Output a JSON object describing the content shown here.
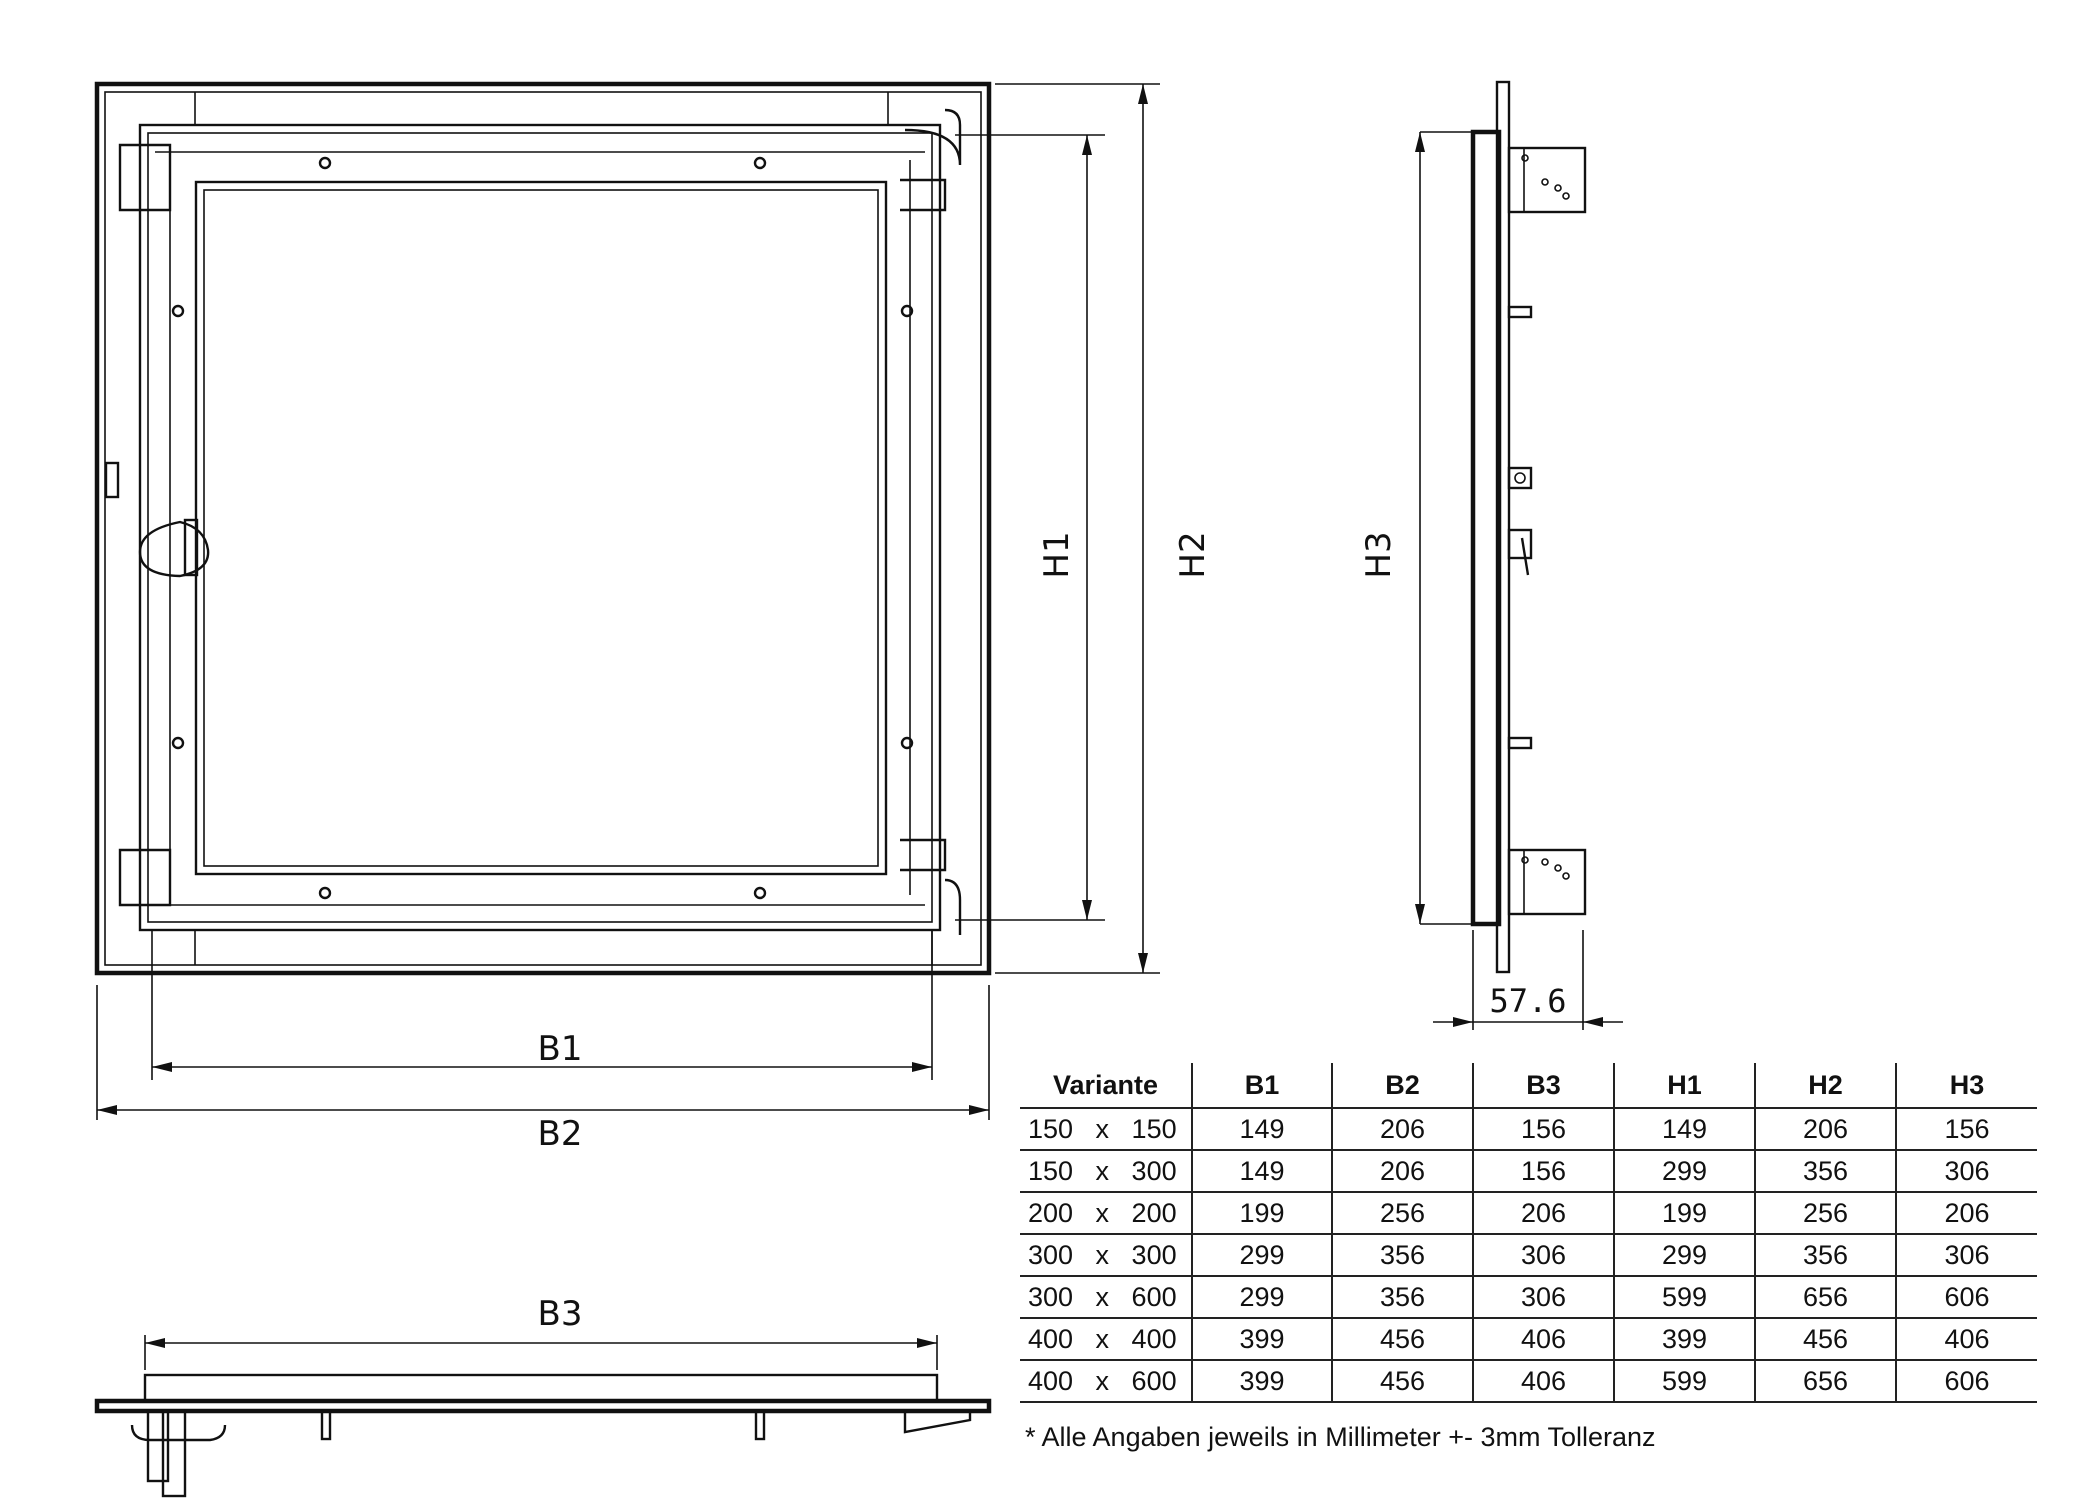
{
  "labels": {
    "b1": "B1",
    "b2": "B2",
    "b3": "B3",
    "h1": "H1",
    "h2": "H2",
    "h3": "H3",
    "depth": "57.6"
  },
  "table": {
    "headers": [
      "Variante",
      "B1",
      "B2",
      "B3",
      "H1",
      "H2",
      "H3"
    ],
    "rows": [
      [
        "150   x   150",
        "149",
        "206",
        "156",
        "149",
        "206",
        "156"
      ],
      [
        "150   x   300",
        "149",
        "206",
        "156",
        "299",
        "356",
        "306"
      ],
      [
        "200   x   200",
        "199",
        "256",
        "206",
        "199",
        "256",
        "206"
      ],
      [
        "300   x   300",
        "299",
        "356",
        "306",
        "299",
        "356",
        "306"
      ],
      [
        "300   x   600",
        "299",
        "356",
        "306",
        "599",
        "656",
        "606"
      ],
      [
        "400   x   400",
        "399",
        "456",
        "406",
        "399",
        "456",
        "406"
      ],
      [
        "400   x   600",
        "399",
        "456",
        "406",
        "599",
        "656",
        "606"
      ]
    ]
  },
  "footnote": "* Alle Angaben jeweils in Millimeter +- 3mm Tolleranz"
}
